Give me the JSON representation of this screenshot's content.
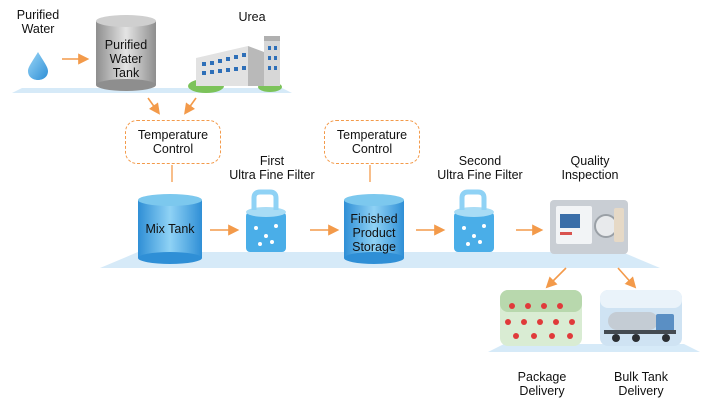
{
  "colors": {
    "arrow": "#f39a4a",
    "platform": "#d6eaf8",
    "water": "#3a9ee0",
    "tank_top": "#7cc8ee",
    "dashed_border": "#f39a4a"
  },
  "labels": {
    "purified_water": "Purified\nWater",
    "purified_water_tank": "Purified\nWater\nTank",
    "urea": "Urea",
    "temp_control_1": "Temperature\nControl",
    "temp_control_2": "Temperature\nControl",
    "first_filter": "First\nUltra Fine Filter",
    "mix_tank": "Mix Tank",
    "finished_storage": "Finished\nProduct\nStorage",
    "second_filter": "Second\nUltra Fine Filter",
    "quality_inspection": "Quality\nInspection",
    "package_delivery": "Package\nDelivery",
    "bulk_tank_delivery": "Bulk Tank\nDelivery"
  },
  "icons": {
    "water_drop": "water-drop-icon",
    "factory": "factory-icon",
    "filter": "filter-vessel-icon",
    "inspection": "lab-instrument-icon",
    "bottles": "bottles-photo",
    "truck": "tanker-truck-photo"
  }
}
